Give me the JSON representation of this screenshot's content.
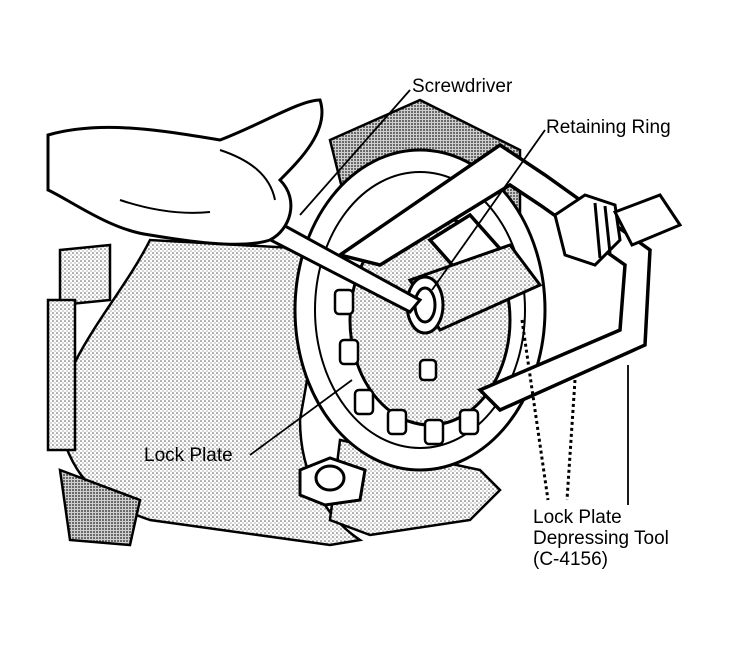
{
  "labels": {
    "screwdriver": "Screwdriver",
    "retaining_ring": "Retaining Ring",
    "lock_plate": "Lock Plate",
    "tool": [
      "Lock Plate",
      "Depressing Tool",
      "(C-4156)"
    ]
  },
  "colors": {
    "ink": "#000000",
    "shade": "#bdbdbd",
    "paper": "#ffffff"
  }
}
